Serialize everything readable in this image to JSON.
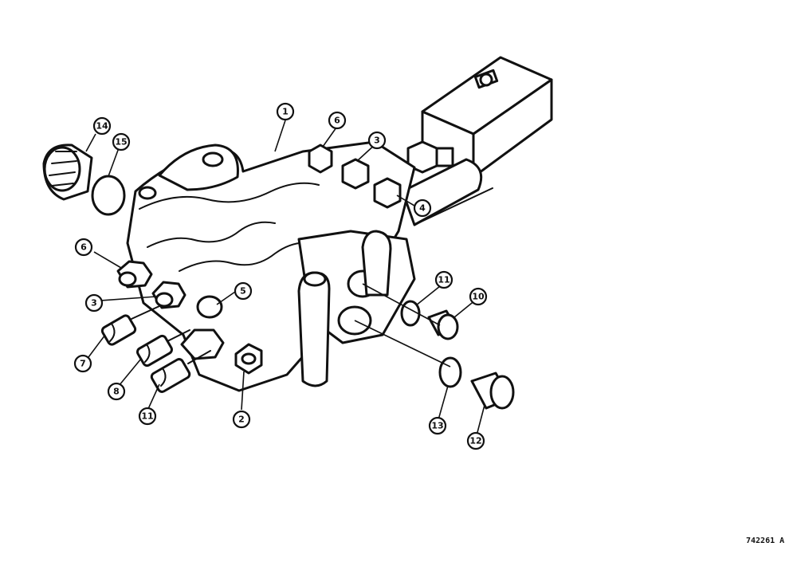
{
  "figure": {
    "reference_code": "742261 A",
    "callouts": [
      {
        "id": "c1",
        "label": "1"
      },
      {
        "id": "c2",
        "label": "2"
      },
      {
        "id": "c3a",
        "label": "3"
      },
      {
        "id": "c3b",
        "label": "3"
      },
      {
        "id": "c4",
        "label": "4"
      },
      {
        "id": "c5",
        "label": "5"
      },
      {
        "id": "c6a",
        "label": "6"
      },
      {
        "id": "c6b",
        "label": "6"
      },
      {
        "id": "c7",
        "label": "7"
      },
      {
        "id": "c8",
        "label": "8"
      },
      {
        "id": "c9",
        "label": "11"
      },
      {
        "id": "c10",
        "label": "10"
      },
      {
        "id": "c11",
        "label": "11"
      },
      {
        "id": "c12",
        "label": "12"
      },
      {
        "id": "c13",
        "label": "13"
      },
      {
        "id": "c14",
        "label": "14"
      },
      {
        "id": "c15",
        "label": "15"
      }
    ]
  }
}
